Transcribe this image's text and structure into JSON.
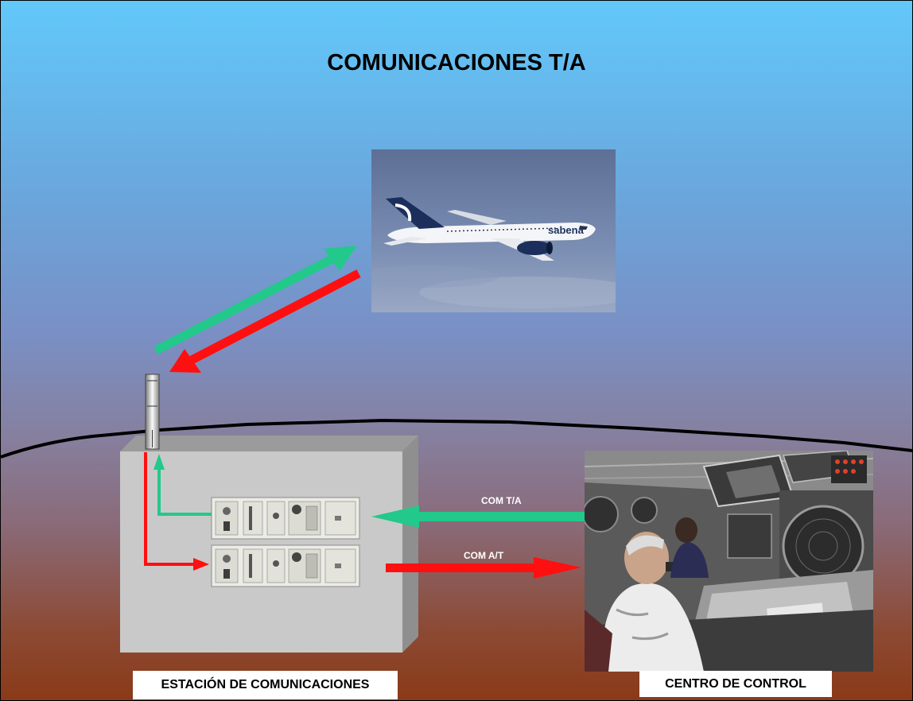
{
  "title": "COMUNICACIONES T/A",
  "airplane": {
    "livery_text": "sabena"
  },
  "labels": {
    "station": "ESTACIÓN DE COMUNICACIONES",
    "control_center": "CENTRO DE CONTROL",
    "uplink": "COM T/A",
    "downlink": "COM A/T"
  },
  "colors": {
    "uplink_arrow": "#22c98a",
    "downlink_arrow": "#ff1010",
    "horizon_line": "#000000",
    "station_box": "#c8c8c8"
  }
}
